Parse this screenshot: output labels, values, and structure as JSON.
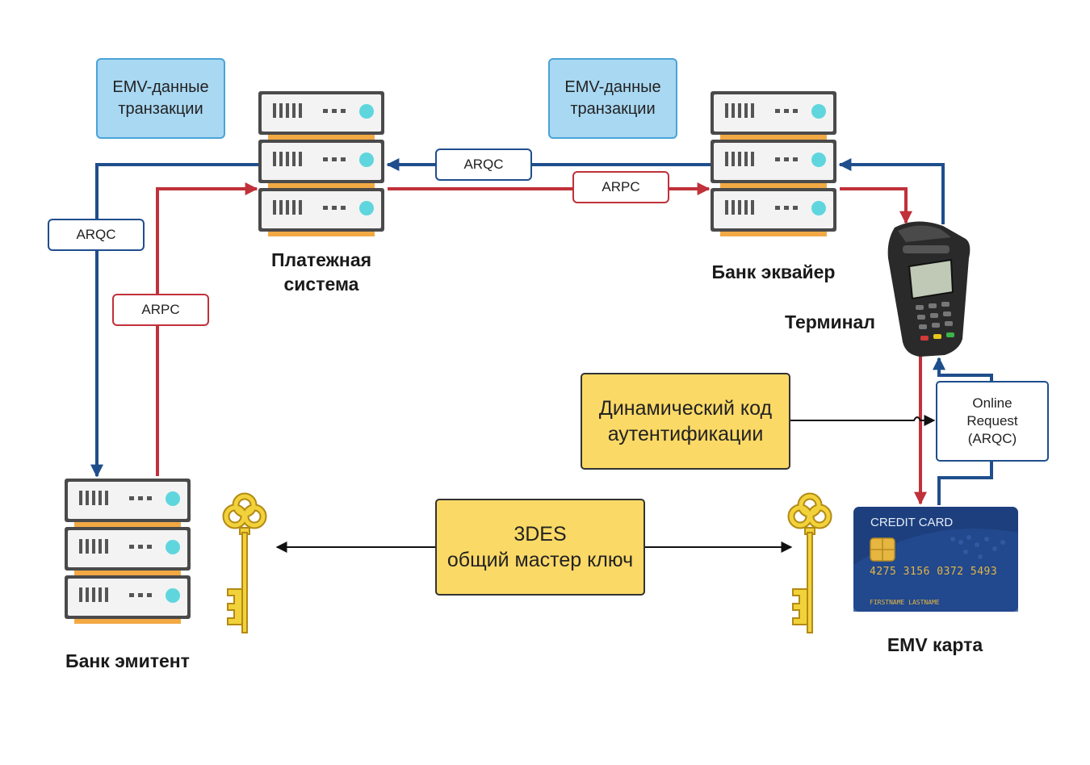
{
  "nodes": {
    "payment_system": "Платежная\nсистема",
    "acquirer_bank": "Банк эквайер",
    "terminal": "Терминал",
    "issuer_bank": "Банк эмитент",
    "emv_card": "EMV карта"
  },
  "boxes": {
    "emv_data_left": "EMV-данные\nтранзакции",
    "emv_data_right": "EMV-данные\nтранзакции",
    "arqc_top": "ARQC",
    "arpc_top": "ARPC",
    "arqc_left": "ARQC",
    "arpc_left": "ARPC",
    "dynamic_code": "Динамический код\nаутентификации",
    "master_key": "3DES\nобщий мастер ключ",
    "online_request": "Online\nRequest\n(ARQC)"
  },
  "card": {
    "title": "CREDIT CARD",
    "number": "4275 3156 0372 5493",
    "holder": "FIRSTNAME LASTNAME"
  },
  "colors": {
    "blue_flow": "#1f4e8c",
    "red_flow": "#c0313a",
    "server_body": "#f3f3f3",
    "server_border": "#4a4a4a",
    "server_stripe": "#f2a944",
    "server_led": "#5fd6dd",
    "key": "#f2d23a",
    "emv_box": "#a9d8f2",
    "yellow_box": "#fbd966"
  }
}
